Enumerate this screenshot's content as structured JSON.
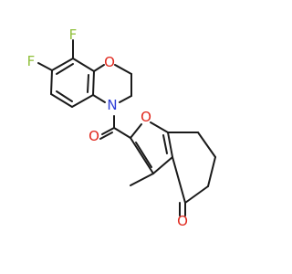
{
  "molecule": {
    "atoms": {
      "f1": {
        "symbol": "F",
        "color": "#8fbf3a"
      },
      "f2": {
        "symbol": "F",
        "color": "#8fbf3a"
      },
      "o_ring": {
        "symbol": "O",
        "color": "#e0261b"
      },
      "n_ring": {
        "symbol": "N",
        "color": "#2b3cd6"
      },
      "o_carbonyl": {
        "symbol": "O",
        "color": "#e0261b"
      },
      "o_furan": {
        "symbol": "O",
        "color": "#e0261b"
      },
      "o_ketone": {
        "symbol": "O",
        "color": "#e0261b"
      }
    },
    "bond_color": "#1a1a1a"
  }
}
